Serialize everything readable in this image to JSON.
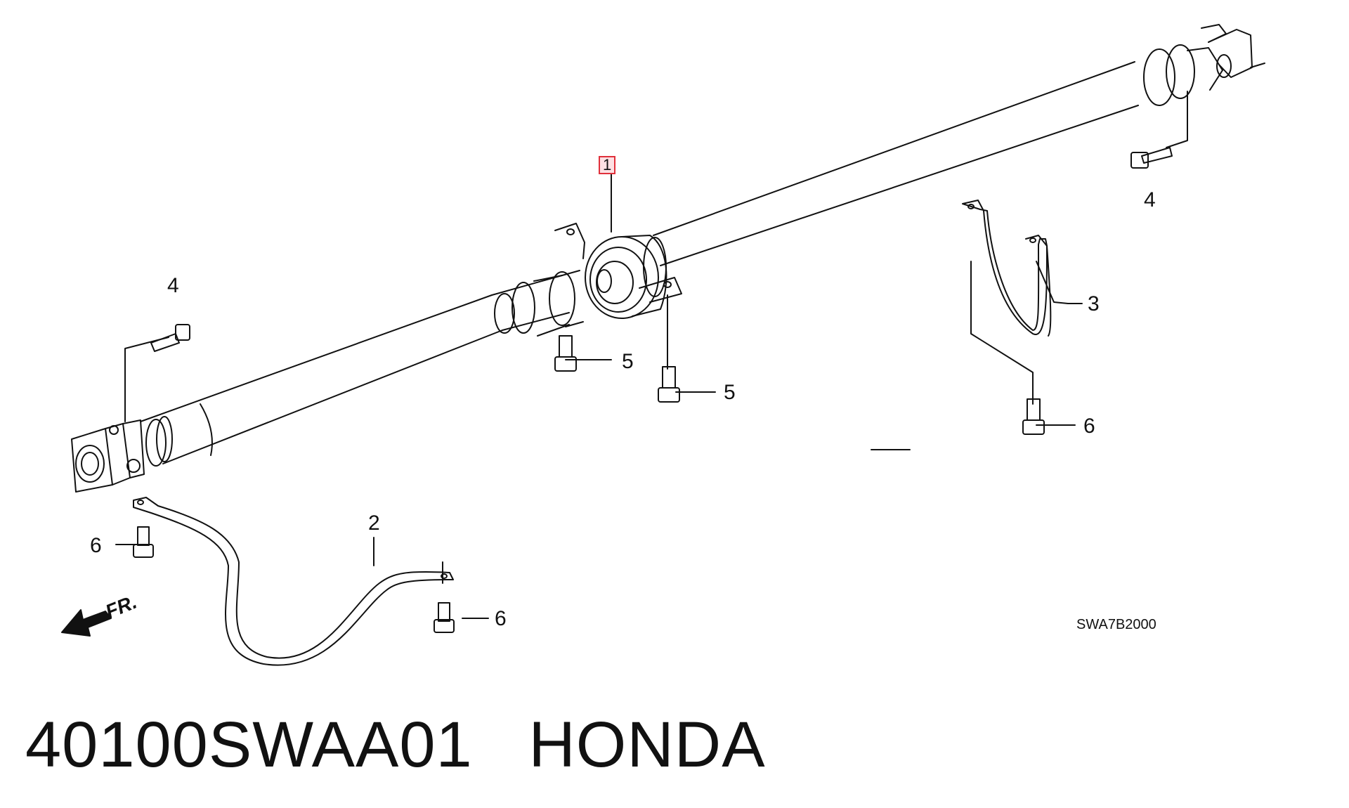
{
  "callouts": {
    "c1": "1",
    "c2": "2",
    "c3": "3",
    "c4_left": "4",
    "c4_right": "4",
    "c5_left": "5",
    "c5_right": "5",
    "c6_left_top": "6",
    "c6_left_bottom": "6",
    "c6_right": "6"
  },
  "diagram_code": "SWA7B2000",
  "direction_label": "FR.",
  "caption": {
    "part_number": "40100SWAA01",
    "brand": "HONDA"
  },
  "colors": {
    "line": "#111111",
    "highlight_border": "#e0303b",
    "highlight_fill": "#fde0e3"
  }
}
